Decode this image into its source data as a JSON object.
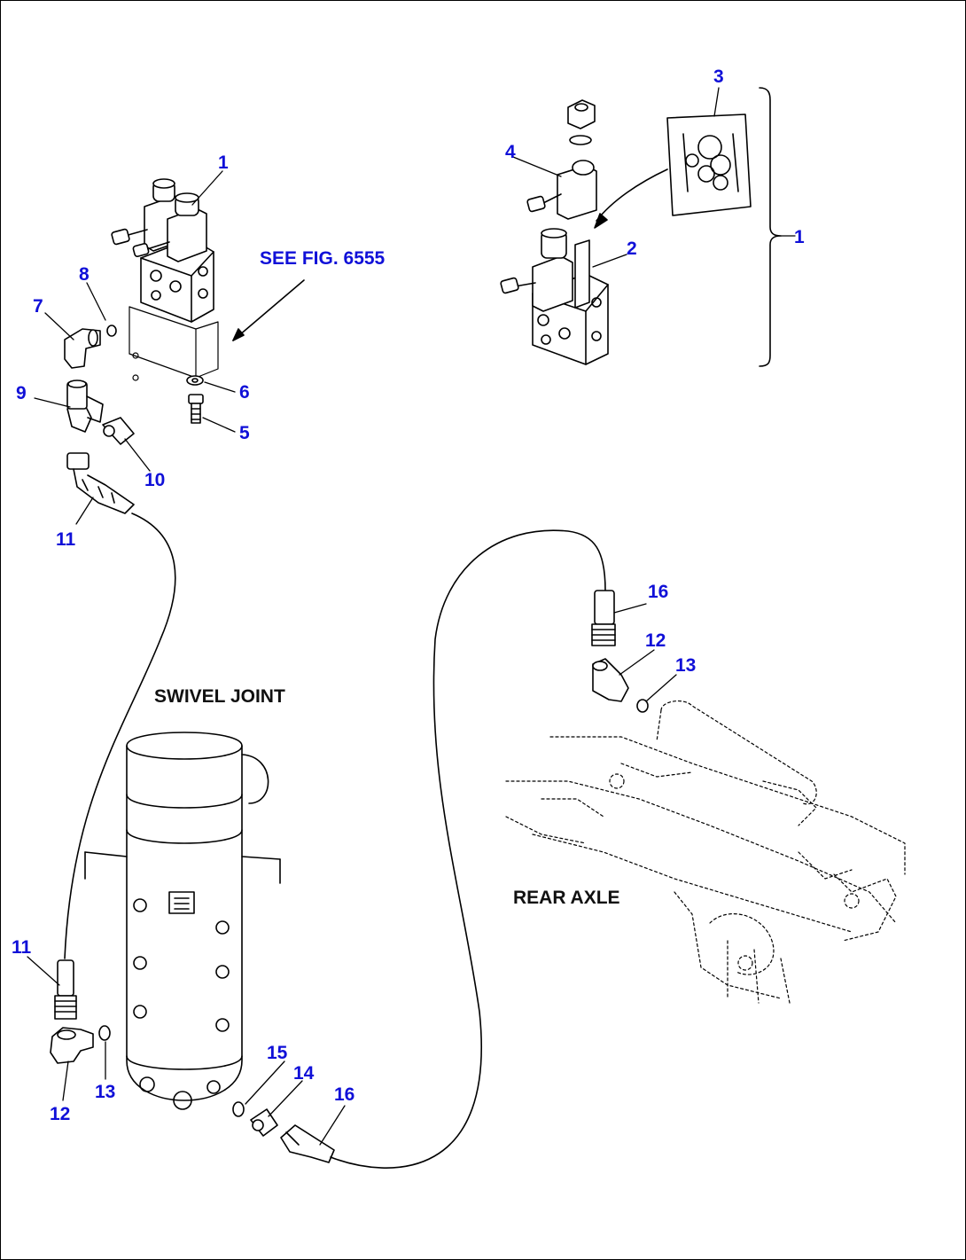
{
  "colors": {
    "callout": "#1010d8",
    "caption": "#111111",
    "line": "#000000"
  },
  "figure_reference": "SEE FIG. 6555",
  "captions": {
    "swivel_joint": "SWIVEL JOINT",
    "rear_axle": "REAR AXLE"
  },
  "callouts": {
    "c1_top": "1",
    "c1_bracket": "1",
    "c2": "2",
    "c3": "3",
    "c4": "4",
    "c5": "5",
    "c6": "6",
    "c7": "7",
    "c8": "8",
    "c9": "9",
    "c10": "10",
    "c11_top": "11",
    "c11_bottom": "11",
    "c12_right": "12",
    "c12_bottom": "12",
    "c13_right": "13",
    "c13_bottom": "13",
    "c14": "14",
    "c15": "15",
    "c16_right": "16",
    "c16_bottom": "16"
  }
}
